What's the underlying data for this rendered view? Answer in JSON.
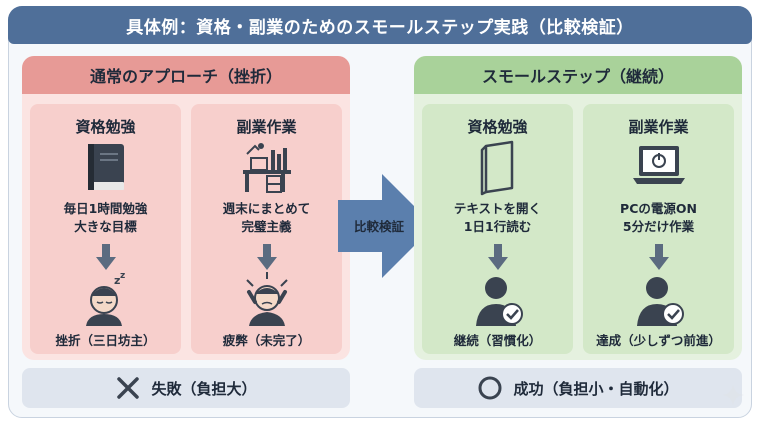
{
  "header": {
    "title": "具体例：資格・副業のためのスモールステップ実践（比較検証）"
  },
  "compare_label": "比較検証",
  "left": {
    "heading": "通常のアプローチ（挫折）",
    "cards": [
      {
        "title": "資格勉強",
        "lines": [
          "毎日1時間勉強",
          "大きな目標"
        ],
        "result": "挫折（三日坊主）",
        "icon": "book-icon",
        "figure": "sleeping-person-icon"
      },
      {
        "title": "副業作業",
        "lines": [
          "週末にまとめて",
          "完璧主義"
        ],
        "result": "疲弊（未完了）",
        "icon": "cluttered-desk-icon",
        "figure": "stressed-person-icon"
      }
    ],
    "footer": {
      "label": "失敗（負担大）",
      "icon": "cross-icon"
    }
  },
  "right": {
    "heading": "スモールステップ（継続）",
    "cards": [
      {
        "title": "資格勉強",
        "lines": [
          "テキストを開く",
          "1日1行読む"
        ],
        "result": "継続（習慣化）",
        "icon": "open-book-icon",
        "figure": "person-check-icon"
      },
      {
        "title": "副業作業",
        "lines": [
          "PCの電源ON",
          "5分だけ作業"
        ],
        "result": "達成（少しずつ前進）",
        "icon": "laptop-power-icon",
        "figure": "person-check-icon"
      }
    ],
    "footer": {
      "label": "成功（負担小・自動化）",
      "icon": "circle-icon"
    }
  },
  "colors": {
    "banner": "#4f6f99",
    "left_head": "#e79a96",
    "right_head": "#a9d29a",
    "arrow": "#5b7fad"
  }
}
